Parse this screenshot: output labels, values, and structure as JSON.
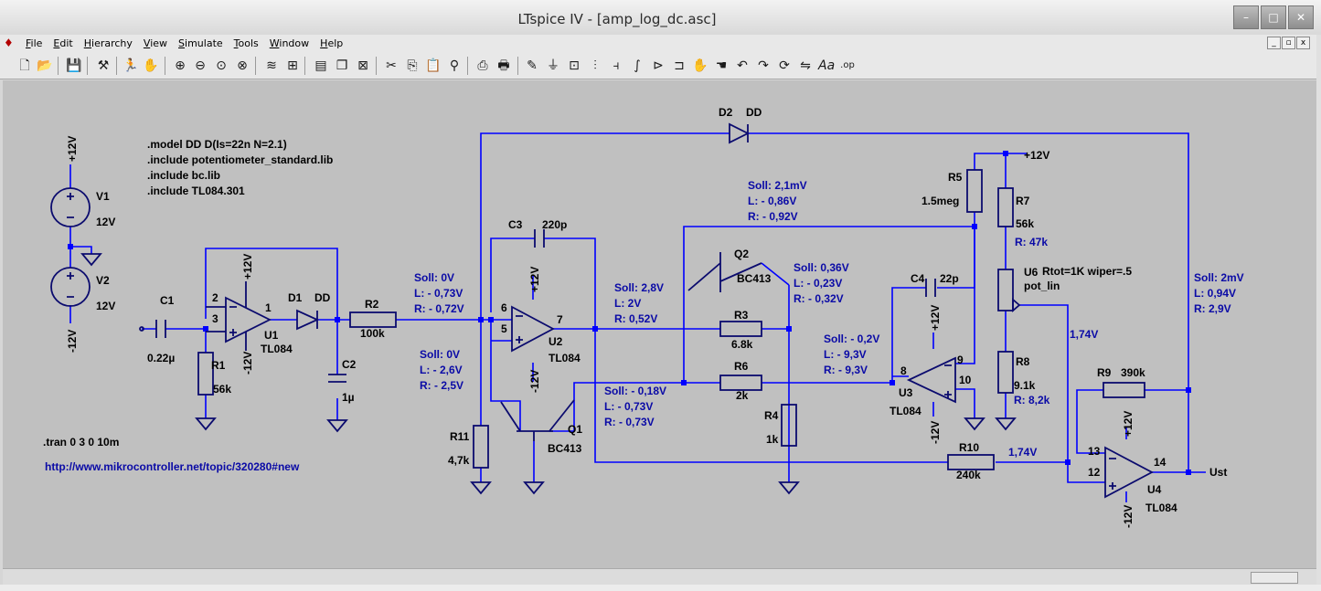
{
  "window": {
    "title": "LTspice IV - [amp_log_dc.asc]"
  },
  "menu": [
    "File",
    "Edit",
    "Hierarchy",
    "View",
    "Simulate",
    "Tools",
    "Window",
    "Help"
  ],
  "toolbar_icons": [
    "new-schematic-icon",
    "open-icon",
    "save-icon",
    "control-panel-icon",
    "run-icon",
    "halt-icon",
    "zoom-in-icon",
    "zoom-out-icon",
    "zoom-fit-icon",
    "cancel-zoom-icon",
    "waveform-icon",
    "autorange-icon",
    "tile-icon",
    "cascade-icon",
    "close-window-icon",
    "cut-icon",
    "copy-icon",
    "paste-icon",
    "find-icon",
    "print-setup-icon",
    "print-icon",
    "wire-icon",
    "ground-icon",
    "label-net-icon",
    "resistor-icon",
    "capacitor-icon",
    "inductor-icon",
    "diode-icon",
    "component-icon",
    "move-icon",
    "drag-icon",
    "undo-icon",
    "redo-icon",
    "rotate-icon",
    "mirror-icon",
    "text-icon",
    "spice-directive-icon"
  ],
  "directives": {
    "model": ".model DD D(Is=22n N=2.1)",
    "inc1": ".include potentiometer_standard.lib",
    "inc2": ".include bc.lib",
    "inc3": ".include TL084.301",
    "tran": ".tran 0 3 0 10m",
    "url": "http://www.mikrocontroller.net/topic/320280#new"
  },
  "labels": {
    "v1": "V1",
    "v1v": "12V",
    "v1top": "+12V",
    "v2": "V2",
    "v2v": "12V",
    "v2bot": "-12V",
    "c1": "C1",
    "c1v": "0.22µ",
    "r1": "R1",
    "r1v": "56k",
    "u1": "U1",
    "u1m": "TL084",
    "u1p2": "2",
    "u1p3": "3",
    "u1p1": "1",
    "u1vp": "+12V",
    "u1vn": "-12V",
    "d1": "D1",
    "d1m": "DD",
    "c2": "C2",
    "c2v": "1µ",
    "r2": "R2",
    "r2v": "100k",
    "c3": "C3",
    "c3v": "220p",
    "u2": "U2",
    "u2m": "TL084",
    "u2p6": "6",
    "u2p5": "5",
    "u2p7": "7",
    "u2vp": "+12V",
    "u2vn": "-12V",
    "d2": "D2",
    "d2m": "DD",
    "q1": "Q1",
    "q1m": "BC413",
    "q2": "Q2",
    "q2m": "BC413",
    "r11": "R11",
    "r11v": "4,7k",
    "r3": "R3",
    "r3v": "6.8k",
    "r6": "R6",
    "r6v": "2k",
    "r4": "R4",
    "r4v": "1k",
    "r5": "R5",
    "r5v": "1.5meg",
    "r7": "R7",
    "r7v": "56k",
    "r8": "R8",
    "r8v": "9.1k",
    "c4": "C4",
    "c4v": "22p",
    "u3": "U3",
    "u3m": "TL084",
    "u3p8": "8",
    "u3p9": "9",
    "u3p10": "10",
    "u3vp": "+12V",
    "u3vn": "-12V",
    "u6": "U6",
    "u6m": "pot_lin",
    "u6p": "Rtot=1K wiper=.5",
    "r9": "R9",
    "r9v": "390k",
    "r10": "R10",
    "r10v": "240k",
    "u4": "U4",
    "u4m": "TL084",
    "u4p13": "13",
    "u4p12": "12",
    "u4p14": "14",
    "u4vp": "+12V",
    "u4vn": "-12V",
    "vcc": "+12V",
    "ust": "Ust"
  },
  "annotations": {
    "a1": [
      "Soll:    0V",
      "L:  - 0,73V",
      "R:  - 0,72V"
    ],
    "a2": [
      "Soll:   0V",
      "L:   - 2,6V",
      "R:  - 2,5V"
    ],
    "a3": [
      "Soll: 2,8V",
      "L:        2V",
      "R: 0,52V"
    ],
    "a4": [
      "Soll: 2,1mV",
      "L:   - 0,86V",
      "R:  - 0,92V"
    ],
    "a5": [
      "Soll: 0,36V",
      "L:   - 0,23V",
      "R:  - 0,32V"
    ],
    "a6": [
      "Soll: - 0,18V",
      "L:     - 0,73V",
      "R:    - 0,73V"
    ],
    "a7": [
      "Soll: - 0,2V",
      "L:      - 9,3V",
      "R:    - 9,3V"
    ],
    "a8": [
      "Soll:  2mV",
      "L:   0,94V",
      "R:     2,9V"
    ],
    "r7r": "R: 47k",
    "r8r": "R: 8,2k",
    "v174a": "1,74V",
    "v174b": "1,74V"
  }
}
